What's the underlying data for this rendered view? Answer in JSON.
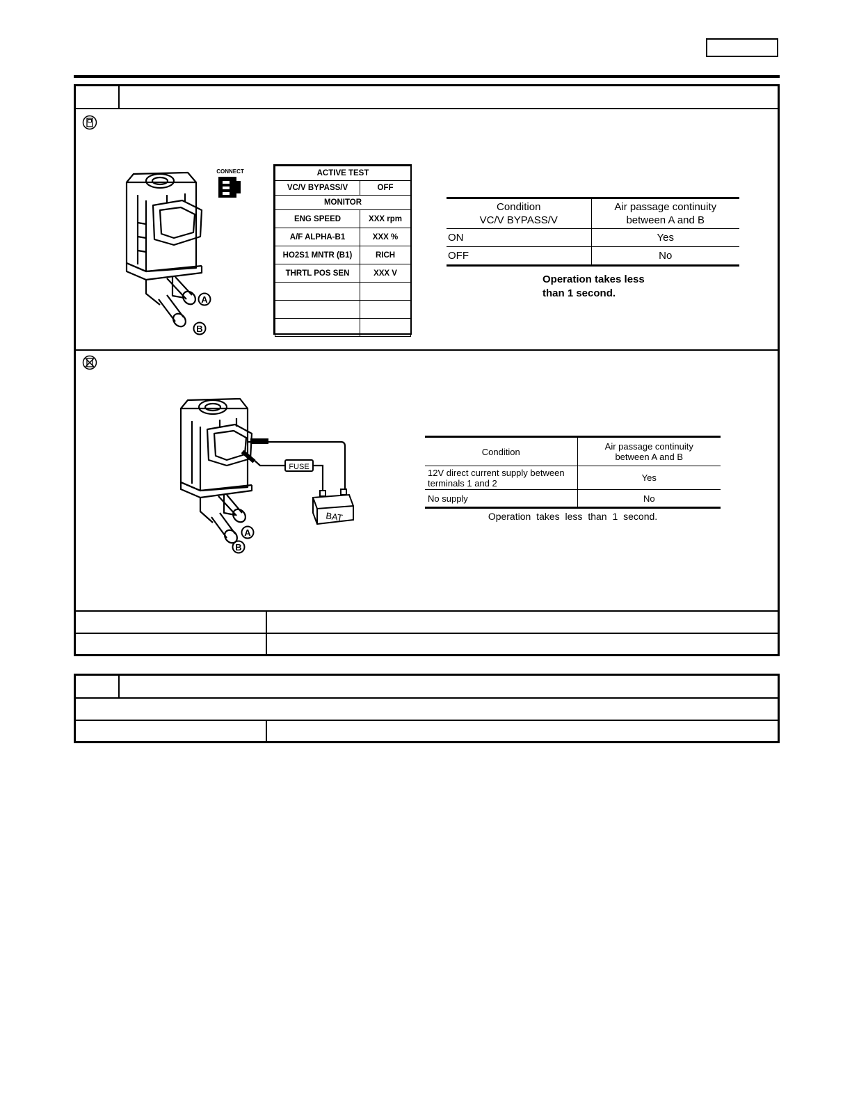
{
  "active_test": {
    "title": "ACTIVE TEST",
    "item": "VC/V BYPASS/V",
    "item_value": "OFF",
    "monitor": "MONITOR",
    "rows": [
      {
        "label": "ENG SPEED",
        "value": "XXX rpm"
      },
      {
        "label": "A/F ALPHA-B1",
        "value": "XXX %"
      },
      {
        "label": "HO2S1 MNTR (B1)",
        "value": "RICH"
      },
      {
        "label": "THRTL POS SEN",
        "value": "XXX V"
      }
    ]
  },
  "connect_icon": {
    "label": "CONNECT"
  },
  "consult_table": {
    "header_condition": "Condition",
    "header_condition_sub": "VC/V BYPASS/V",
    "header_result_line1": "Air passage continuity",
    "header_result_line2": "between A and B",
    "rows": [
      {
        "condition": "ON",
        "result": "Yes"
      },
      {
        "condition": "OFF",
        "result": "No"
      }
    ],
    "note_line1": "Operation takes less",
    "note_line2": "than 1 second."
  },
  "bench_table": {
    "header_condition": "Condition",
    "header_result_line1": "Air passage continuity",
    "header_result_line2": "between A and B",
    "rows": [
      {
        "condition_line1": "12V direct current supply between",
        "condition_line2": "terminals 1 and 2",
        "result": "Yes"
      },
      {
        "condition_line1": "No supply",
        "condition_line2": "",
        "result": "No"
      }
    ],
    "note": "Operation takes less than 1 second."
  },
  "diagram_labels": {
    "port_a": "A",
    "port_b": "B",
    "fuse": "FUSE",
    "battery": "BAT"
  }
}
